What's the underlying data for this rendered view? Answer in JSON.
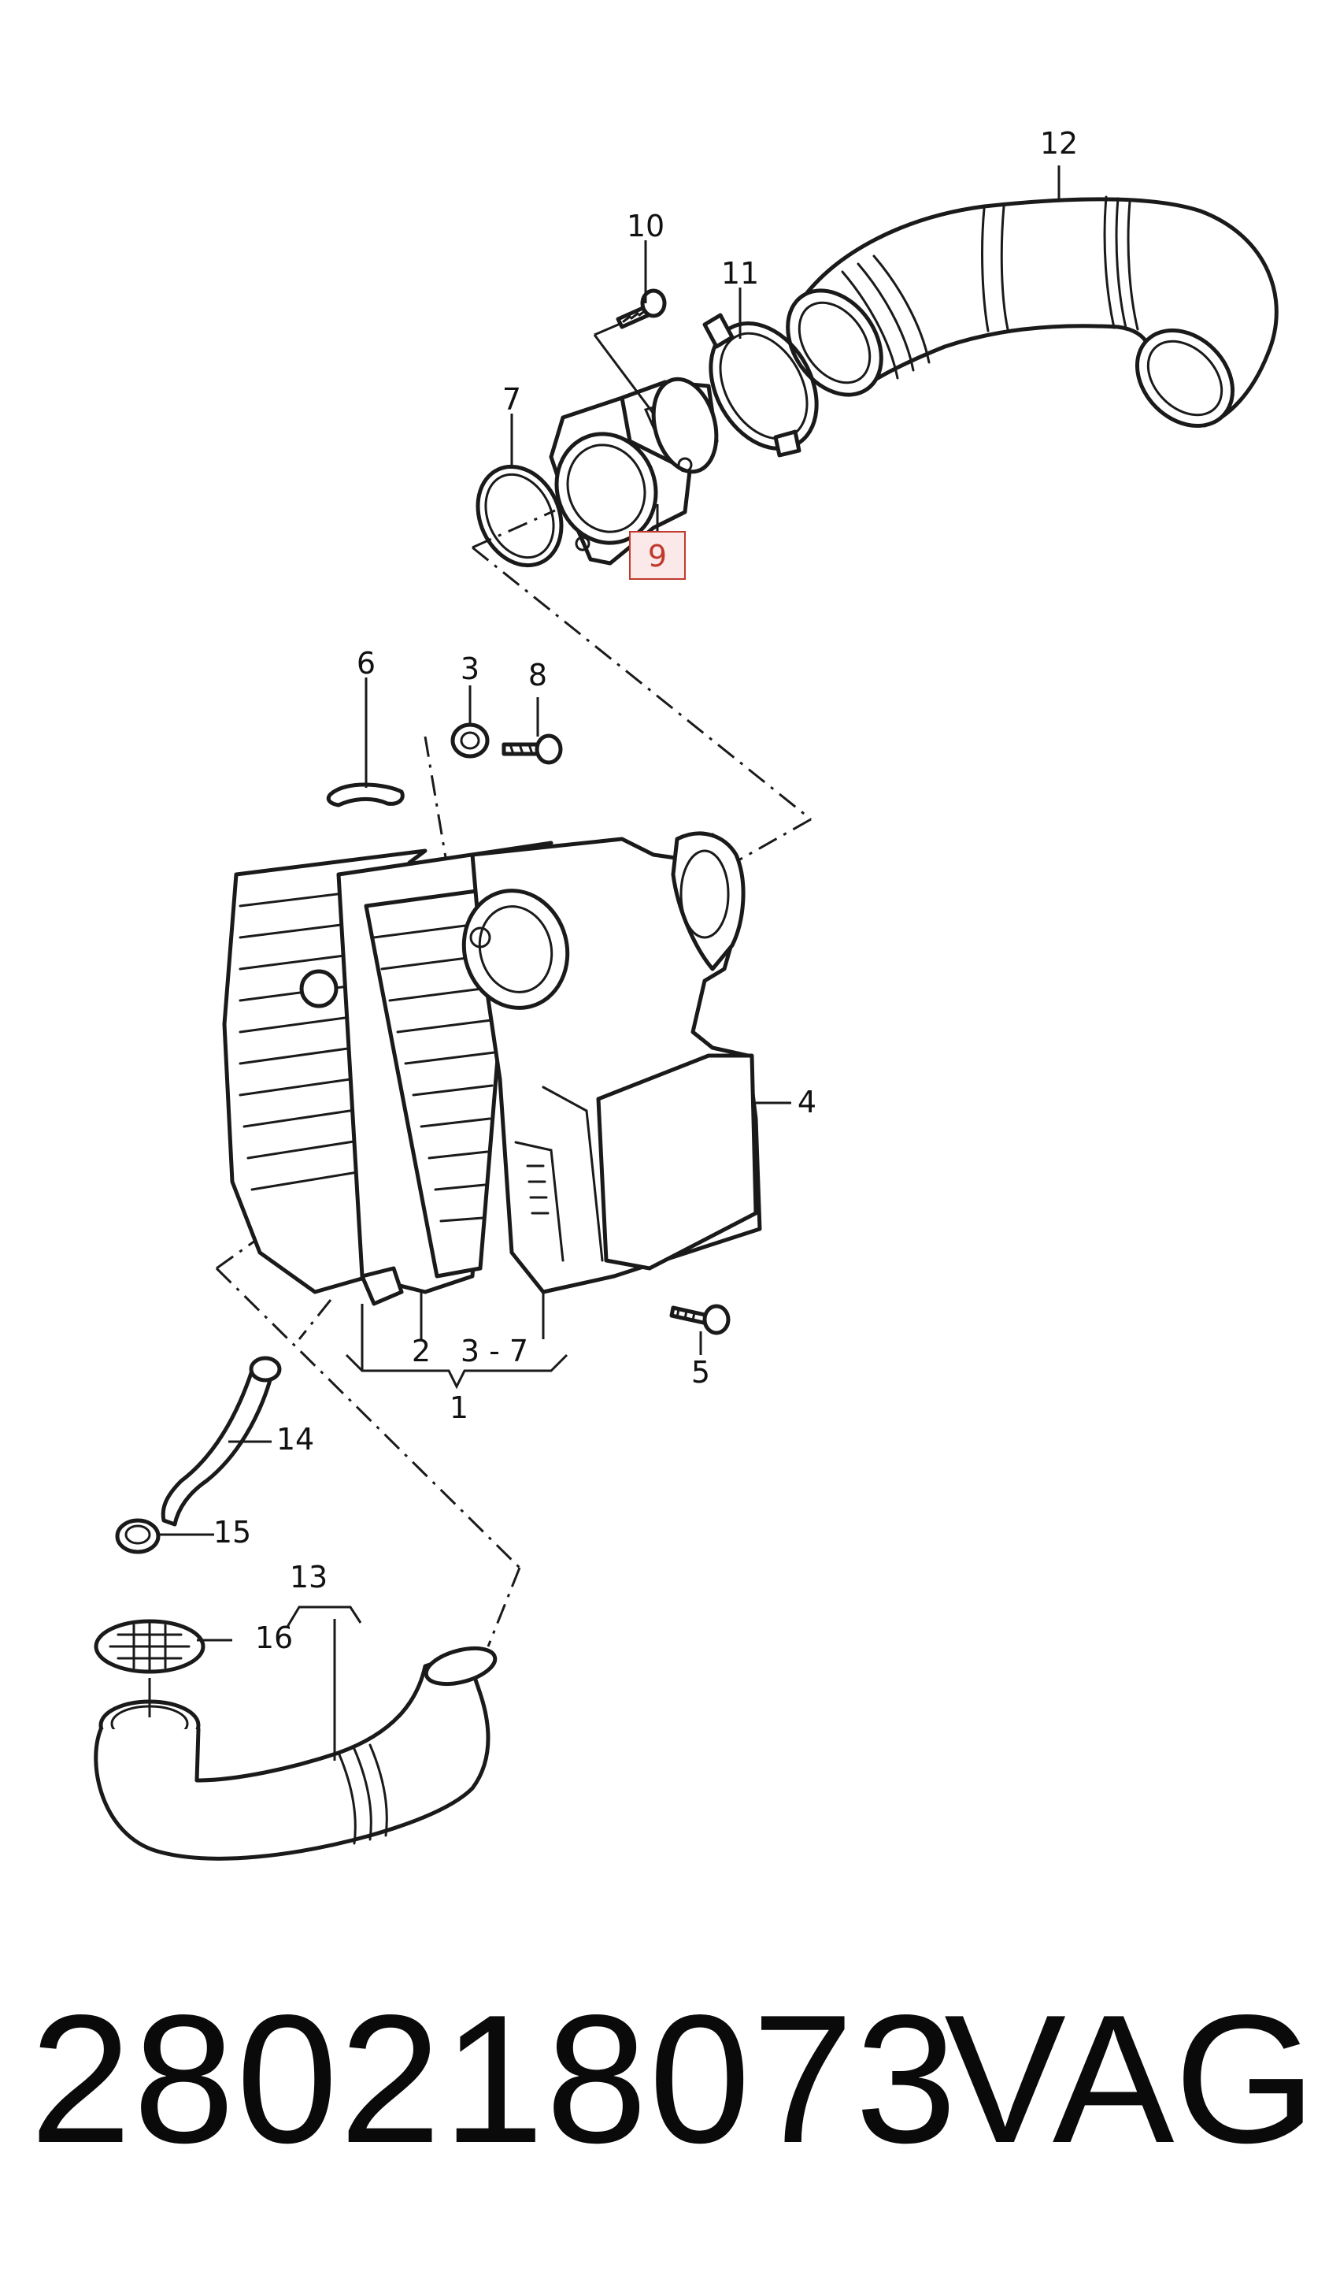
{
  "callouts": {
    "c1": "1",
    "c2": "2",
    "c3": "3",
    "c3_7": "3 - 7",
    "c4": "4",
    "c5": "5",
    "c6": "6",
    "c7": "7",
    "c8": "8",
    "c9": "9",
    "c10": "10",
    "c11": "11",
    "c12": "12",
    "c13": "13",
    "c14": "14",
    "c15": "15",
    "c16": "16"
  },
  "highlight": {
    "callout": "9",
    "color": "#c0392b",
    "fill": "#fbe9ea"
  },
  "footer": {
    "part_number": "280218073",
    "brand": "VAG"
  }
}
